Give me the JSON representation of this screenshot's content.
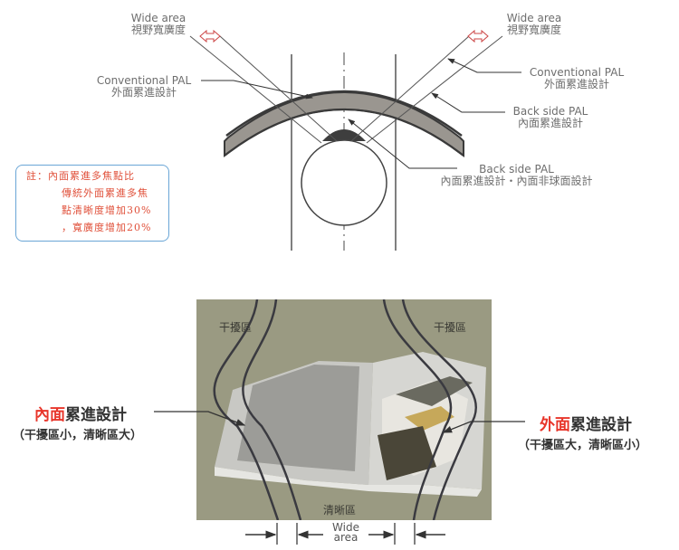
{
  "top_diagram": {
    "wide_area_left": {
      "en": "Wide area",
      "zh": "視野寬廣度"
    },
    "wide_area_right": {
      "en": "Wide area",
      "zh": "視野寬廣度"
    },
    "conventional_left": {
      "en": "Conventional PAL",
      "zh": "外面累進設計"
    },
    "conventional_right": {
      "en": "Conventional PAL",
      "zh": "外面累進設計"
    },
    "backside_right": {
      "en": "Back side PAL",
      "zh": "內面累進設計"
    },
    "backside_bottom": {
      "en": "Back side PAL",
      "zh": "內面累進設計・內面非球面設計"
    }
  },
  "note": {
    "lines": [
      "註：內面累進多焦點比",
      "傳統外面累進多焦",
      "點清晰度增加30%",
      "，寬廣度增加20%"
    ],
    "color": "#e0503a",
    "border_color": "#6aa6d6"
  },
  "bottom_diagram": {
    "zone_left": "干擾區",
    "zone_right": "干擾區",
    "zone_clear": "清晰區",
    "wide_area": [
      "Wide",
      "area"
    ],
    "left_label": {
      "red": "內面",
      "rest": "累進設計",
      "sub": "（干擾區小，清晰區大）"
    },
    "right_label": {
      "red": "外面",
      "rest": "累進設計",
      "sub": "（干擾區大，清晰區小）"
    },
    "photo_bg": "#9a9a82"
  }
}
